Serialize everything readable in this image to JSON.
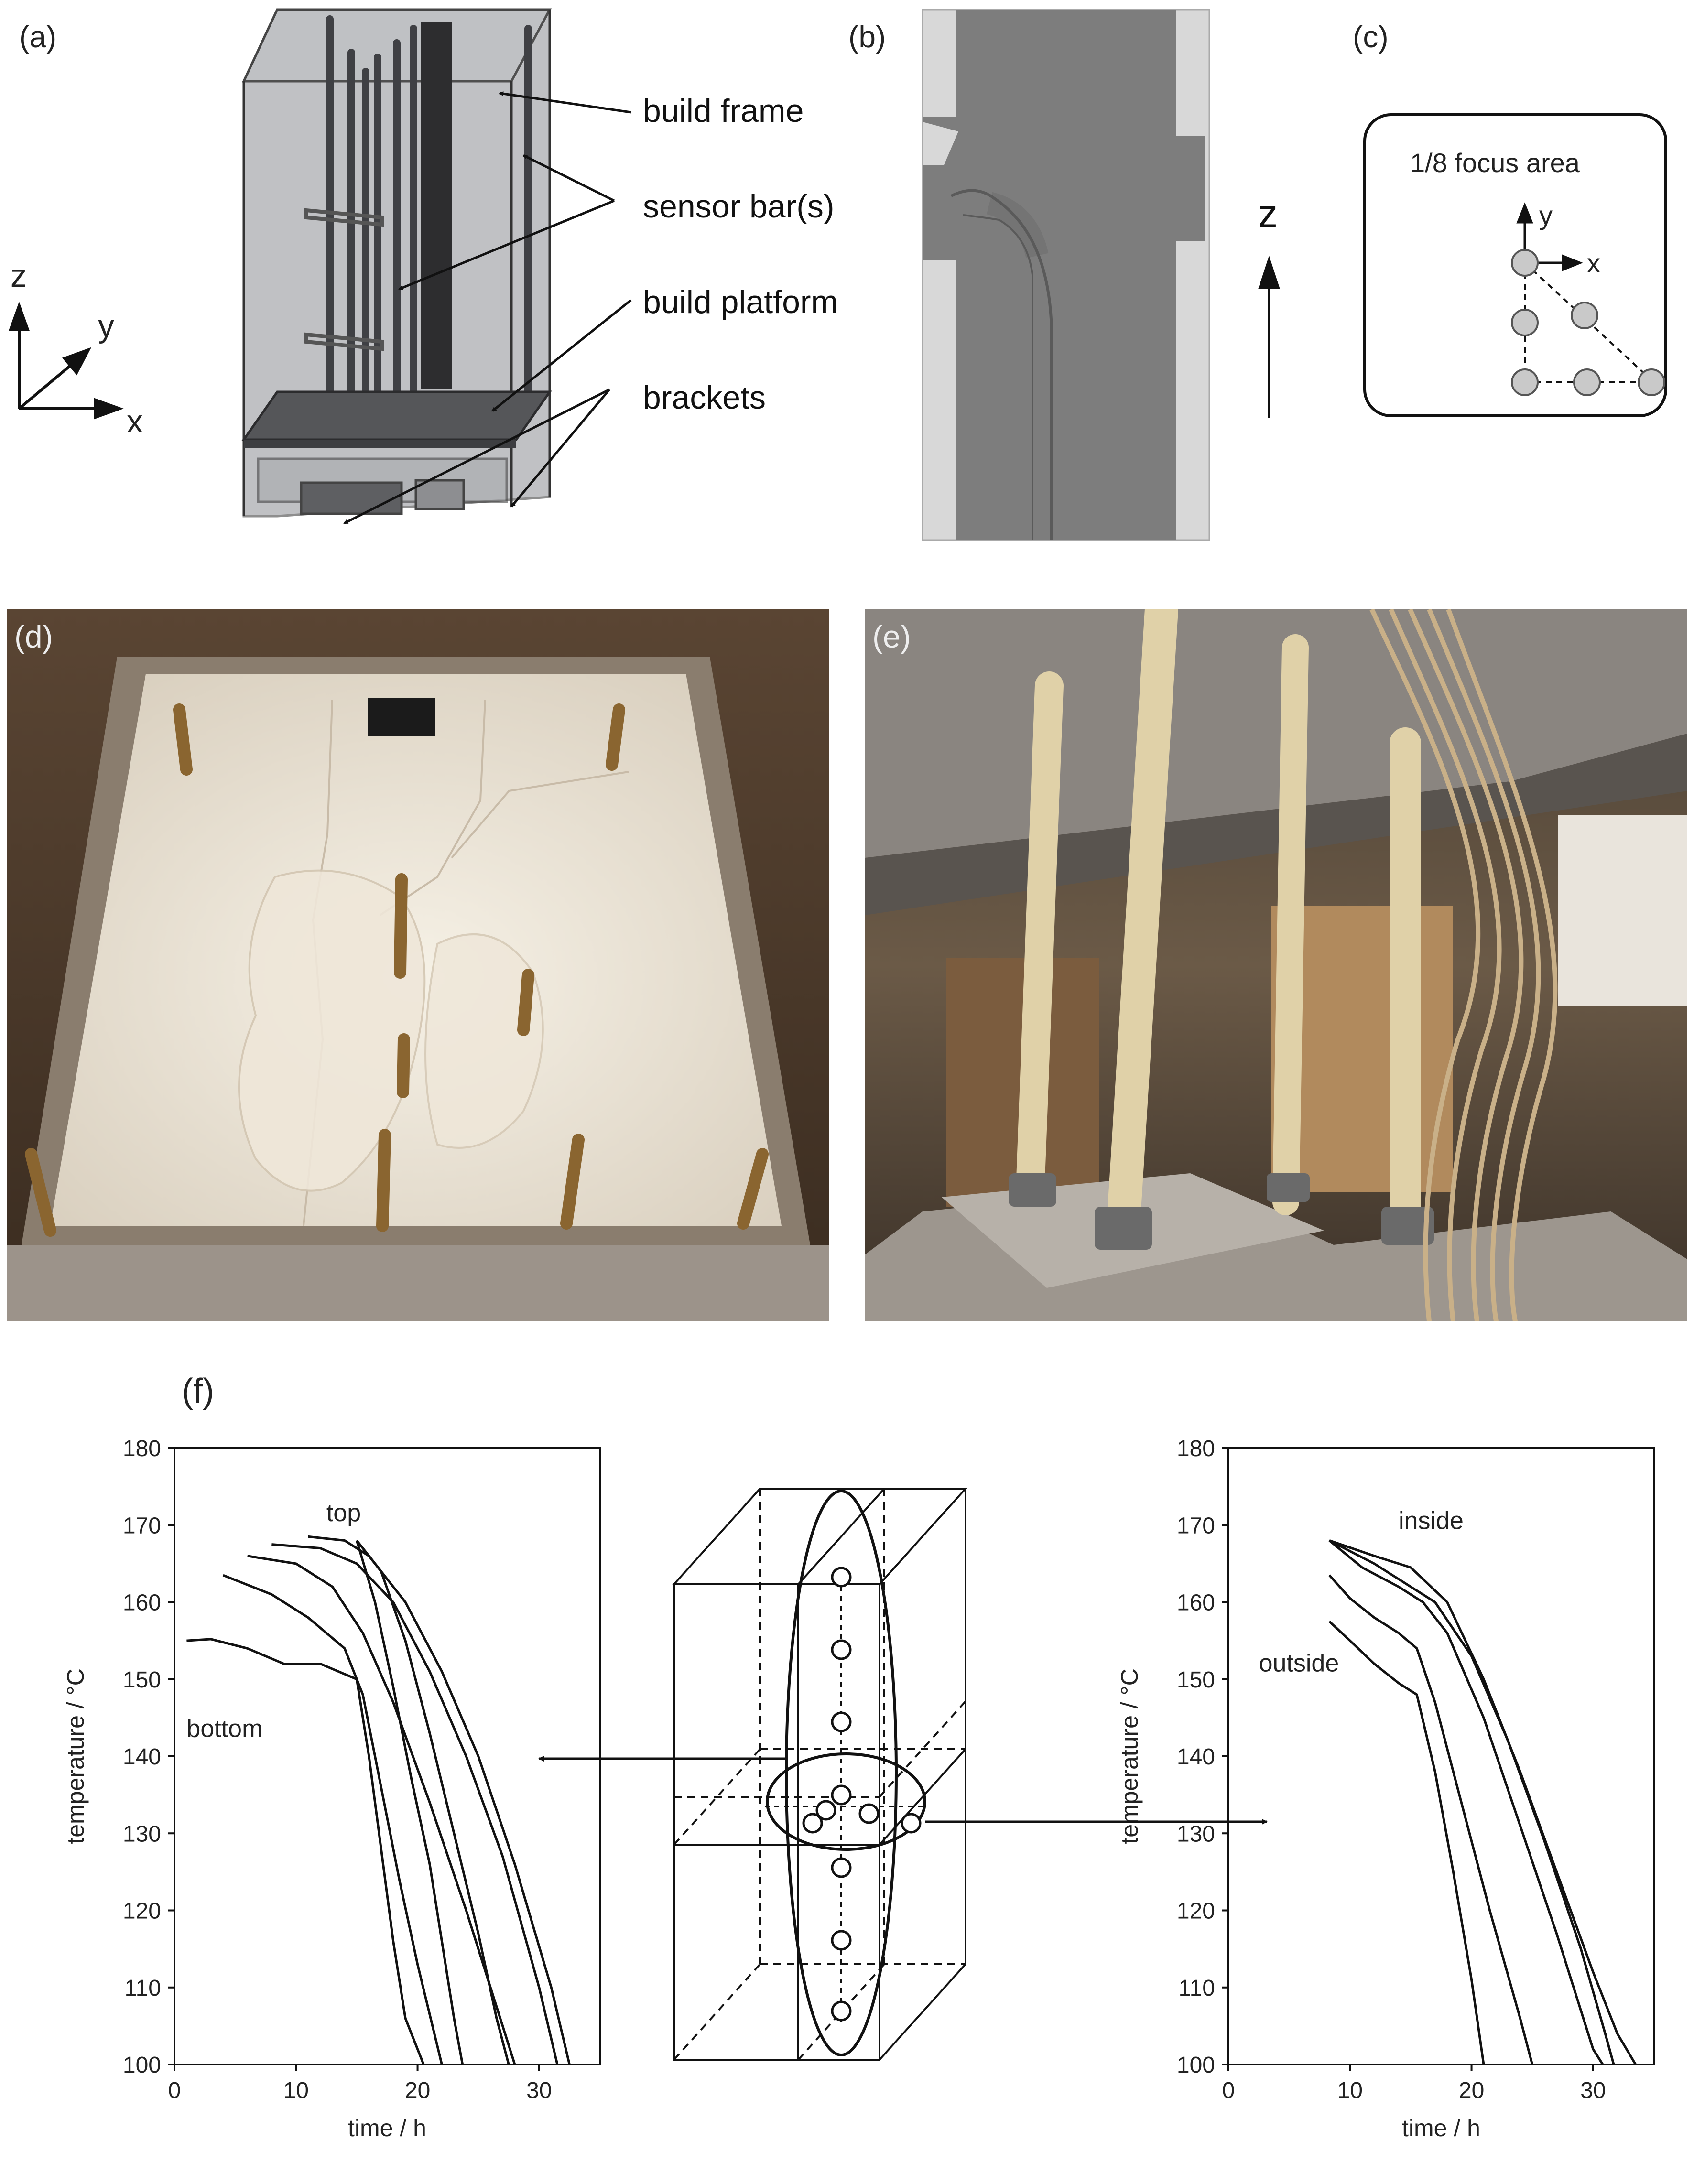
{
  "panels": {
    "a": {
      "label": "(a)",
      "axes": {
        "z": "z",
        "y": "y",
        "x": "x"
      },
      "callouts": [
        "build frame",
        "sensor bar(s)",
        "build platform",
        "brackets"
      ]
    },
    "b": {
      "label": "(b)",
      "axis": "z"
    },
    "c": {
      "label": "(c)",
      "title": "1/8 focus area",
      "axes": {
        "y": "y",
        "x": "x"
      }
    },
    "d": {
      "label": "(d)"
    },
    "e": {
      "label": "(e)"
    },
    "f": {
      "label": "(f)"
    }
  },
  "chart_data": [
    {
      "type": "line",
      "xlabel": "time / h",
      "ylabel": "temperature / °C",
      "xlim": [
        0,
        35
      ],
      "ylim": [
        100,
        180
      ],
      "xticks": [
        0,
        10,
        20,
        30
      ],
      "yticks": [
        100,
        110,
        120,
        130,
        140,
        150,
        160,
        170,
        180
      ],
      "annotations": [
        "top",
        "bottom"
      ],
      "series": [
        {
          "values": [
            [
              1,
              155
            ],
            [
              3,
              155.2
            ],
            [
              6,
              154
            ],
            [
              9,
              152
            ],
            [
              12,
              152
            ],
            [
              15,
              150
            ],
            [
              16,
              140
            ],
            [
              17,
              128
            ],
            [
              18,
              116
            ],
            [
              19,
              106
            ],
            [
              20.5,
              100
            ]
          ]
        },
        {
          "values": [
            [
              4,
              163.5
            ],
            [
              8,
              161
            ],
            [
              11,
              158
            ],
            [
              14,
              154
            ],
            [
              15.5,
              148
            ],
            [
              17,
              136
            ],
            [
              18.5,
              124
            ],
            [
              20,
              113
            ],
            [
              22,
              100
            ]
          ]
        },
        {
          "values": [
            [
              6,
              166
            ],
            [
              10,
              165
            ],
            [
              13,
              162
            ],
            [
              15.5,
              156
            ],
            [
              18,
              147
            ],
            [
              21,
              134
            ],
            [
              24,
              120
            ],
            [
              27,
              105
            ],
            [
              28,
              100
            ]
          ]
        },
        {
          "values": [
            [
              8,
              167.5
            ],
            [
              12,
              167
            ],
            [
              15,
              165
            ],
            [
              18,
              160
            ],
            [
              21,
              151
            ],
            [
              24,
              140
            ],
            [
              27,
              127
            ],
            [
              30,
              110
            ],
            [
              31.5,
              100
            ]
          ]
        },
        {
          "values": [
            [
              11,
              168.5
            ],
            [
              14,
              168
            ],
            [
              16,
              166
            ],
            [
              19,
              160
            ],
            [
              22,
              151
            ],
            [
              25,
              140
            ],
            [
              28,
              126
            ],
            [
              31,
              110
            ],
            [
              32.5,
              100
            ]
          ]
        },
        {
          "values": [
            [
              15,
              168
            ],
            [
              17,
              164
            ],
            [
              19,
              155
            ],
            [
              21,
              143
            ],
            [
              23,
              130
            ],
            [
              25,
              117
            ],
            [
              26.5,
              106
            ],
            [
              27.5,
              100
            ]
          ]
        },
        {
          "values": [
            [
              15,
              168
            ],
            [
              16.5,
              160
            ],
            [
              18,
              149
            ],
            [
              19.5,
              137
            ],
            [
              21,
              126
            ],
            [
              22,
              116
            ],
            [
              23,
              106
            ],
            [
              23.7,
              100
            ]
          ]
        }
      ]
    },
    {
      "type": "line",
      "xlabel": "time / h",
      "ylabel": "temperature / °C",
      "xlim": [
        0,
        35
      ],
      "ylim": [
        100,
        180
      ],
      "xticks": [
        0,
        10,
        20,
        30
      ],
      "yticks": [
        100,
        110,
        120,
        130,
        140,
        150,
        160,
        170,
        180
      ],
      "annotations": [
        "inside",
        "outside"
      ],
      "series": [
        {
          "values": [
            [
              8.3,
              157.5
            ],
            [
              10,
              155
            ],
            [
              12,
              152
            ],
            [
              14,
              149.5
            ],
            [
              15.5,
              148
            ],
            [
              17,
              138
            ],
            [
              18.5,
              125
            ],
            [
              20,
              111
            ],
            [
              21,
              100
            ]
          ]
        },
        {
          "values": [
            [
              8.3,
              163.5
            ],
            [
              10,
              160.5
            ],
            [
              12,
              158
            ],
            [
              14,
              156
            ],
            [
              15.5,
              154
            ],
            [
              17,
              147
            ],
            [
              19,
              135
            ],
            [
              21.5,
              120
            ],
            [
              24,
              106
            ],
            [
              25,
              100
            ]
          ]
        },
        {
          "values": [
            [
              8.3,
              168
            ],
            [
              11,
              164.5
            ],
            [
              14,
              162
            ],
            [
              16,
              160
            ],
            [
              18,
              156
            ],
            [
              21,
              145
            ],
            [
              24,
              131
            ],
            [
              27,
              117
            ],
            [
              30,
              102
            ],
            [
              30.8,
              100
            ]
          ]
        },
        {
          "values": [
            [
              8.3,
              168
            ],
            [
              12,
              165
            ],
            [
              15,
              162
            ],
            [
              17,
              160
            ],
            [
              20,
              153
            ],
            [
              23,
              142
            ],
            [
              26,
              129
            ],
            [
              29,
              115
            ],
            [
              31,
              104
            ],
            [
              31.7,
              100
            ]
          ]
        },
        {
          "values": [
            [
              8.3,
              168
            ],
            [
              12,
              166
            ],
            [
              15,
              164.5
            ],
            [
              18,
              160
            ],
            [
              21,
              150
            ],
            [
              24,
              138
            ],
            [
              27,
              125
            ],
            [
              30,
              112
            ],
            [
              32,
              104
            ],
            [
              33.5,
              100
            ]
          ]
        }
      ]
    }
  ]
}
